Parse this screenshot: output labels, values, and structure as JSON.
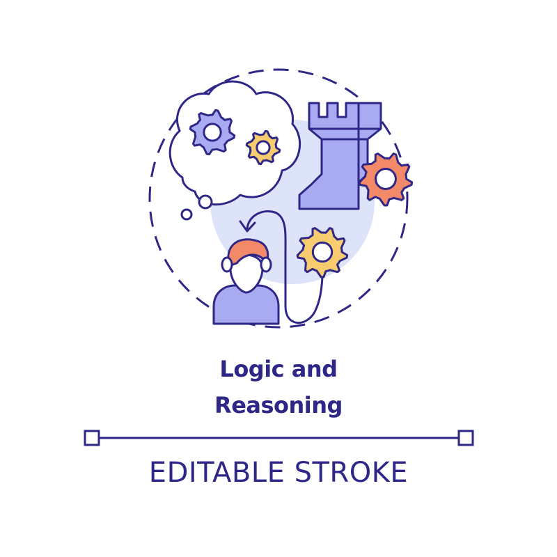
{
  "title": {
    "line1": "Logic and",
    "line2": "Reasoning"
  },
  "caption": "EDITABLE STROKE",
  "icons": [
    "thought-bubble-icon",
    "gear-icon",
    "chess-rook-icon",
    "person-icon",
    "arrow-icon"
  ],
  "colors": {
    "stroke": "#2e2787",
    "lavender": "#a9abf2",
    "light_blue": "#dde3f8",
    "orange": "#f28a6a",
    "yellow": "#f7cc6e",
    "background": "#ffffff"
  }
}
